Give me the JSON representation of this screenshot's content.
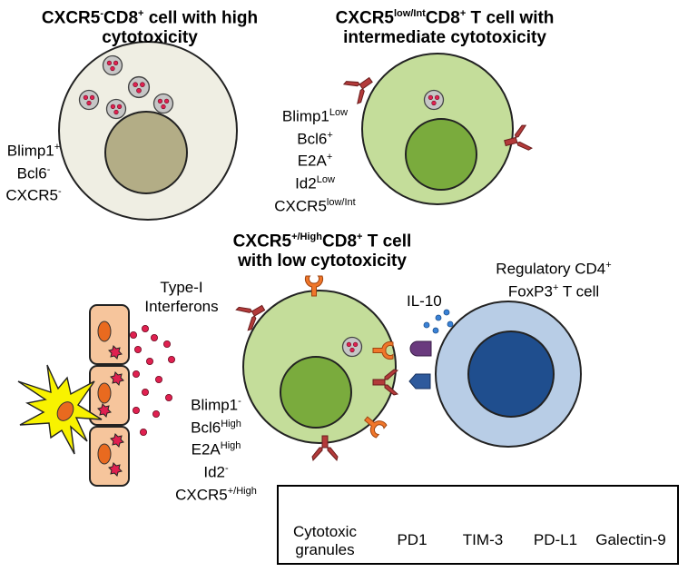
{
  "cells": {
    "high_cytotoxicity": {
      "title_part1": "CXCR5",
      "title_sup1": "-",
      "title_part2": "CD8",
      "title_sup2": "+",
      "title_part3": " cell with high",
      "title_line2": "cytotoxicity",
      "markers": [
        {
          "name": "Blimp1",
          "sup": "+"
        },
        {
          "name": "Bcl6",
          "sup": "-"
        },
        {
          "name": "CXCR5",
          "sup": "-"
        }
      ]
    },
    "intermediate_cytotoxicity": {
      "title_part1": "CXCR5",
      "title_sup1": "low/Int",
      "title_part2": "CD8",
      "title_sup2": "+",
      "title_part3": " T cell with",
      "title_line2": "intermediate cytotoxicity",
      "markers": [
        {
          "name": "Blimp1",
          "sup": "Low"
        },
        {
          "name": "Bcl6",
          "sup": "+"
        },
        {
          "name": "E2A",
          "sup": "+"
        },
        {
          "name": "Id2",
          "sup": "Low"
        },
        {
          "name": "CXCR5",
          "sup": "low/Int"
        }
      ]
    },
    "low_cytotoxicity": {
      "title_part1": "CXCR5",
      "title_sup1": "+/High",
      "title_part2": "CD8",
      "title_sup2": "+",
      "title_part3": " T cell",
      "title_line2": "with low cytotoxicity",
      "markers": [
        {
          "name": "Blimp1",
          "sup": "-"
        },
        {
          "name": "Bcl6",
          "sup": "High"
        },
        {
          "name": "E2A",
          "sup": "High"
        },
        {
          "name": "Id2",
          "sup": "-"
        },
        {
          "name": "CXCR5",
          "sup": "+/High"
        }
      ]
    },
    "regulatory": {
      "line1_part1": "Regulatory CD4",
      "line1_sup": "+",
      "line2_part1": "FoxP3",
      "line2_sup": "+",
      "line2_part2": " T cell"
    }
  },
  "labels": {
    "interferons_line1": "Type-I",
    "interferons_line2": "Interferons",
    "il10": "IL-10"
  },
  "legend": {
    "items": [
      {
        "line1": "Cytotoxic",
        "line2": "granules"
      },
      {
        "line1": "PD1",
        "line2": ""
      },
      {
        "line1": "TIM-3",
        "line2": ""
      },
      {
        "line1": "PD-L1",
        "line2": ""
      },
      {
        "line1": "Galectin-9",
        "line2": ""
      }
    ]
  },
  "colors": {
    "cell_high": "#efeee3",
    "nucleus_high": "#b3ad86",
    "cell_green": "#c4dd9a",
    "nucleus_green": "#7aab3d",
    "cell_treg": "#b8cde6",
    "nucleus_treg": "#1f4e8e",
    "granule": "#c6c6c6",
    "granule_dot": "#e02050",
    "pd1": "#b33a3a",
    "tim3": "#f0762a",
    "pdl1": "#2e5a9c",
    "galectin": "#6a3a7e",
    "il10_dot": "#3a82d6",
    "ifn_dot": "#e02050",
    "epithelial": "#f6c59c",
    "epithelial_nucleus": "#e96a1f",
    "dendritic": "#f8f200",
    "dendritic_nucleus": "#e96a1f"
  }
}
